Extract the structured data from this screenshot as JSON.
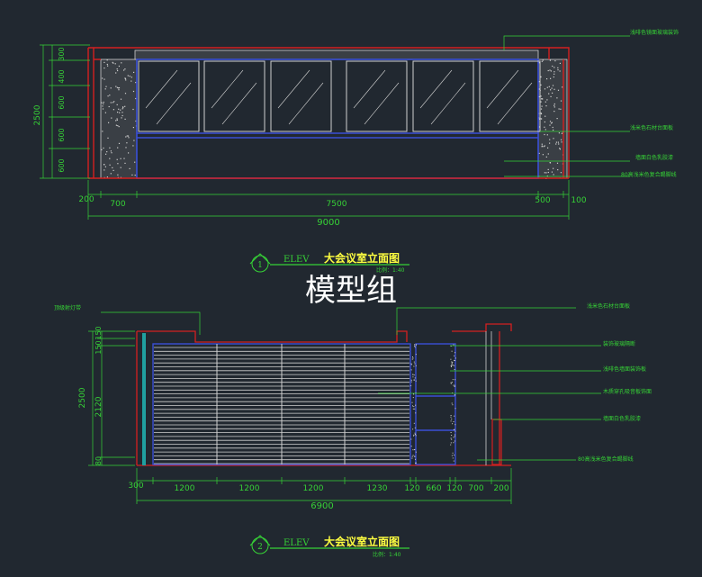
{
  "elevation1": {
    "notes": [
      "浅啡色镜面玻璃装饰",
      "浅米色石材台面板",
      "墙面白色乳胶漆",
      "80高浅米色复合踢脚线"
    ],
    "vertical_dims": [
      "300",
      "400",
      "600",
      "600",
      "600"
    ],
    "vertical_total": "2500",
    "horizontal_dims": [
      "200",
      "700",
      "7500",
      "500",
      "100"
    ],
    "horizontal_total": "9000",
    "title_number": "1",
    "title_code": "ELEV",
    "title": "大会议室立面图",
    "scale": "比例：1:40"
  },
  "elevation2": {
    "left_note": "顶级射灯带",
    "notes": [
      "浅米色石材台面板",
      "装饰玻璃隔断",
      "浅啡色墙面装饰板",
      "木质穿孔吸音板饰面",
      "墙面白色乳胶漆",
      "80高浅米色复合踢脚线"
    ],
    "vertical_dims": [
      "150",
      "150",
      "2120",
      "80"
    ],
    "vertical_total": "2500",
    "horizontal_dims": [
      "300",
      "1200",
      "1200",
      "1200",
      "1230",
      "120",
      "660",
      "120",
      "700",
      "200"
    ],
    "horizontal_total": "6900",
    "title_number": "2",
    "title_code": "ELEV",
    "title": "大会议室立面图",
    "scale": "比例：1:40"
  },
  "watermark": "模型组",
  "colors": {
    "background": "#212830",
    "dimension_green": "#36d236",
    "title_yellow": "#ffff40",
    "wall_red": "#d42020",
    "glass_blue": "#3a4fd6",
    "white": "#ffffff"
  }
}
